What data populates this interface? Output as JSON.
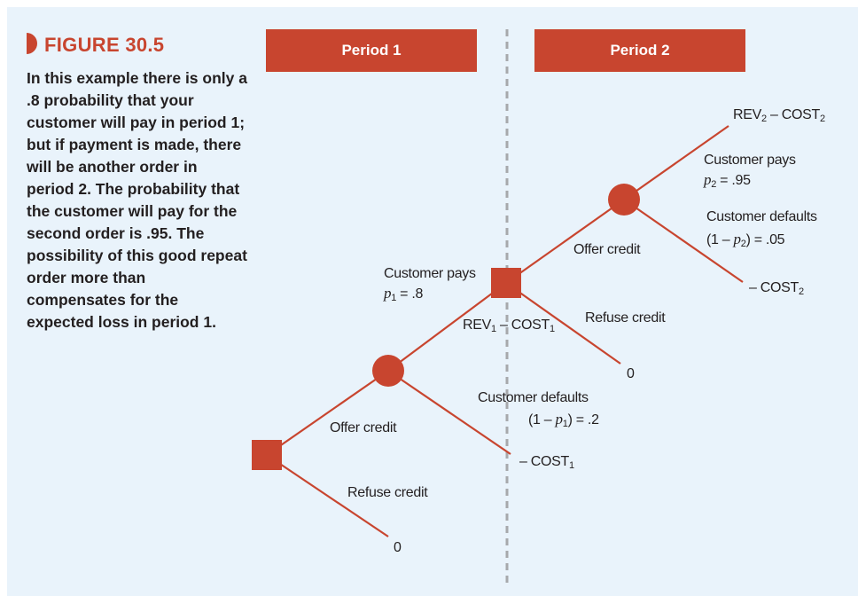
{
  "figure": {
    "label": "FIGURE 30.5",
    "caption": "In this example there is only a .8 probability that your customer will pay in period 1; but if payment is made, there will be another order in period 2. The probability that the customer will pay for the second order is .95. The possibility of this good repeat order more than compensates for the expected loss in period 1."
  },
  "periods": [
    "Period 1",
    "Period 2"
  ],
  "tree": {
    "offer_credit_1": "Offer credit",
    "refuse_credit_1": "Refuse credit",
    "refuse_payoff_1": "0",
    "customer_pays_1": "Customer pays",
    "p1_symbol": "p",
    "p1_sub": "1",
    "p1_value": " = .8",
    "rev1": "REV",
    "rev1_sub": "1",
    "rev1_minus": " – COST",
    "rev1_cost_sub": "1",
    "customer_defaults_1": "Customer defaults",
    "default_prob_1_open": "(1 – ",
    "default_prob_1_sym": "p",
    "default_prob_1_sub": "1",
    "default_prob_1_close": ") = .2",
    "cost1_prefix": "– COST",
    "cost1_sub": "1",
    "offer_credit_2": "Offer credit",
    "refuse_credit_2": "Refuse credit",
    "refuse_payoff_2": "0",
    "rev2": "REV",
    "rev2_sub": "2",
    "rev2_minus": " – COST",
    "rev2_cost_sub": "2",
    "customer_pays_2": "Customer pays",
    "p2_symbol": "p",
    "p2_sub": "2",
    "p2_value": " = .95",
    "customer_defaults_2": "Customer defaults",
    "default_prob_2_open": "(1 – ",
    "default_prob_2_sym": "p",
    "default_prob_2_sub": "2",
    "default_prob_2_close": ") = .05",
    "cost2_prefix": "– COST",
    "cost2_sub": "2"
  },
  "colors": {
    "accent": "#c8452f",
    "background": "#e9f3fb",
    "text": "#231f20",
    "divider": "#a7a9ac"
  }
}
